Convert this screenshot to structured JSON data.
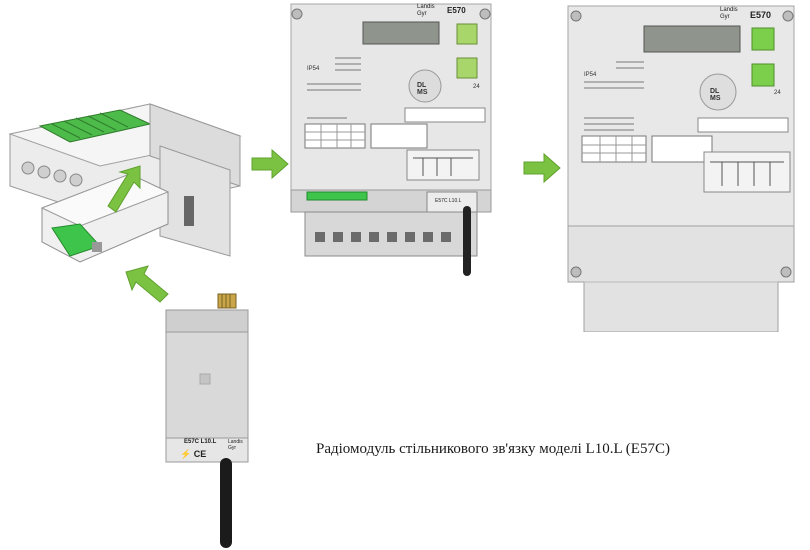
{
  "caption": "Радіомодуль стільникового зв'язку моделі L10.L (E57C)",
  "meter_model_label": "E570",
  "meter_brand": "Landis Gyr",
  "meter_dlms": "DL MS",
  "module_label": "E57C  L10.L",
  "module_brand": "Landis Gyr",
  "meter_small_text": [
    "IP54",
    "24"
  ],
  "colors": {
    "arrow_green": "#7cc242",
    "meter_body": "#e6e7e6",
    "module_body": "#d9d9d9",
    "lcd": "#8f958c",
    "terminal_green": "#3ec44a"
  }
}
